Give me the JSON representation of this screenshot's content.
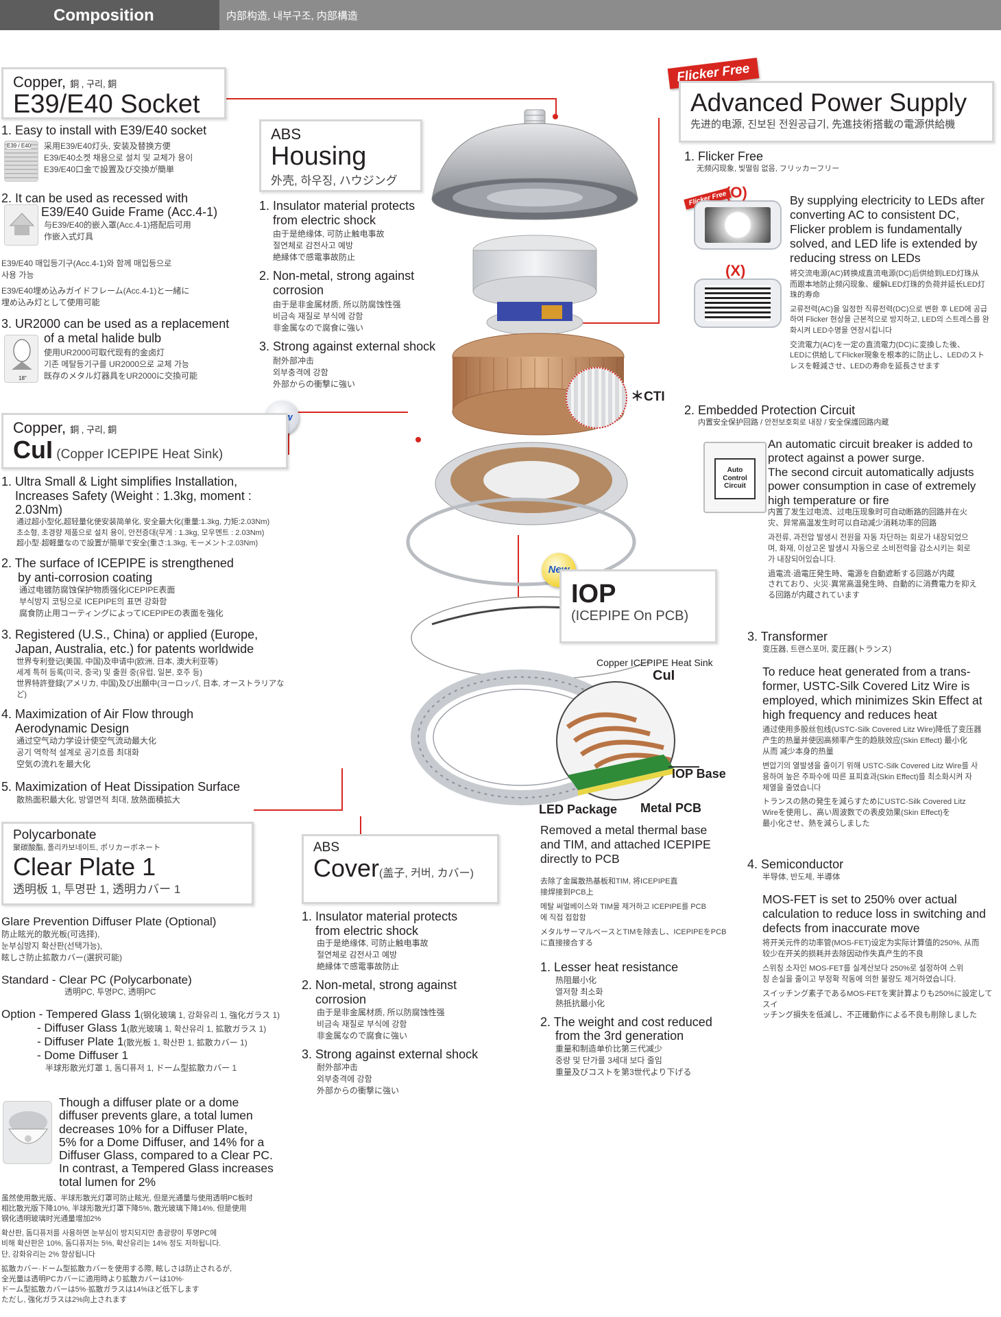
{
  "header": {
    "title": "Composition",
    "subtitle": "内部构造, 내부구조, 内部構造"
  },
  "socket": {
    "material": "Copper,",
    "material_langs": "銅 , 구리, 銅",
    "title": "E39/E40 Socket",
    "icon1_label": "E39 / E40",
    "item1_title": "1. Easy to install with E39/E40 socket",
    "item1_cn": "采用E39/E40灯头, 安装及替换方便",
    "item1_kr": "E39/E40소켓 채용으로 설치 및 교체가 용이",
    "item1_jp": "E39/E40口金で設置及び交換が簡単",
    "item2_title": "2. It can be used as recessed with",
    "item2_title2": "E39/E40  Guide Frame (Acc.4-1)",
    "item2_cn1": "与E39/E40的嵌入罩(Acc.4-1)搭配后可用",
    "item2_cn2": "作嵌入式灯具",
    "item2_kr1": "E39/E40 매입등기구(Acc.4-1)와 함께 매입등으로",
    "item2_kr2": "사용 가능",
    "item2_jp1": "E39/E40埋め込みガイドフレーム(Acc.4-1)と一緒に",
    "item2_jp2": "埋め込み灯として使用可能",
    "item3_title": "3. UR2000 can be used as a replacement",
    "item3_title2": "of a metal halide bulb",
    "item3_cn": "使用UR2000可取代现有的金卤灯",
    "item3_kr": "기존 메탈등기구를 UR2000으로 교체 가능",
    "item3_jp": "既存のメタル灯器具をUR2000に交換可能",
    "icon3_label": "18\""
  },
  "housing": {
    "material": "ABS",
    "title": "Housing",
    "langs": "外壳, 하우징, ハウジング",
    "item1_title": "1. Insulator material protects",
    "item1_title2": "from electric shock",
    "item1_cn": "由于是绝缘体, 可防止触电事故",
    "item1_kr": "절연체로 감전사고 예방",
    "item1_jp": "絶縁体で感電事故防止",
    "item2_title": "2. Non-metal, strong against",
    "item2_title2": "corrosion",
    "item2_cn": "由于是非金属材质, 所以防腐蚀性强",
    "item2_kr": "비금속 재질로 부식에 강함",
    "item2_jp": "非金属なので腐食に強い",
    "item3_title": "3. Strong against external shock",
    "item3_cn": "耐外部冲击",
    "item3_kr": "외부충격에 강함",
    "item3_jp": "外部からの衝撃に強い"
  },
  "power": {
    "ribbon": "Flicker Free",
    "title": "Advanced Power Supply",
    "langs": "先进的电源, 진보된 전원공급기, 先進技術搭載の電源供給機",
    "item1_title": "1. Flicker Free",
    "item1_langs": "无频闪现象, 빛떨림 없음, フリッカーフリー",
    "good_mark": "(O)",
    "bad_mark": "(X)",
    "phone_badge": "Flicker Free",
    "item1_en1": "By supplying electricity to LEDs after",
    "item1_en2": "converting AC to consistent DC,",
    "item1_en3": "Flicker problem is fundamentally",
    "item1_en4": "solved, and  LED life is extended by",
    "item1_en5": "reducing stress on LEDs",
    "item1_cn1": "将交流电源(AC)转换成直流电源(DC)后供给到LED灯珠从",
    "item1_cn2": "而跟本地防止频闪现象、缓解LED灯珠的负荷并延长LED灯",
    "item1_cn3": "珠的寿命",
    "item1_kr1": "교류전력(AC)을 일정한 직류전력(DC)으로 변환 후 LED에 공급",
    "item1_kr2": "하여 Flicker 현상을 근본적으로 방지하고, LED의 스트레스를 완",
    "item1_kr3": "화시켜 LED수명을 연장시킵니다",
    "item1_jp1": "交流電力(AC)を一定の直流電力(DC)に変換した後、",
    "item1_jp2": "LEDに供給してFlicker現象を根本的に防止し、LEDのスト",
    "item1_jp3": "レスを軽減させ、LEDの寿命を延長させます",
    "cti": "CTI",
    "item2_title": "2. Embedded Protection Circuit",
    "item2_langs": "内置安全保护回路 / 안전보호회로 내장 / 安全保護回路内蔵",
    "chip1": "Auto",
    "chip2": "Control",
    "chip3": "Circuit",
    "item2_en1": "An automatic circuit breaker is added to",
    "item2_en2": "protect against a power surge.",
    "item2_en3": "The second circuit automatically adjusts",
    "item2_en4": "power consumption in case of extremely",
    "item2_en5": "high temperature or fire",
    "item2_cn1": "内置了发生过电流、过电压现象时可自动断路的回路并在火",
    "item2_cn2": "灾、异常高温发生时可以自动减少消耗功率的回路",
    "item2_kr1": "과전류, 과전압 발생시 전원을 자동 차단하는 회로가 내장되었으",
    "item2_kr2": "며, 화재, 이상고온 발생시 자동으로 소비전력을 감소시키는 회로",
    "item2_kr3": "가 내장되어있습니다.",
    "item2_jp1": "過電流·過電圧発生時、電源を自動遮断する回路が内蔵",
    "item2_jp2": "されており、火災·異常高温発生時、自動的に消費電力を抑え",
    "item2_jp3": "る回路が内蔵されています",
    "item3_title": "3. Transformer",
    "item3_langs": "变压器, 트랜스포머, 変圧器(トランス)",
    "item3_en1": "To reduce heat generated from a trans-",
    "item3_en2": "former, USTC-Silk Covered Litz Wire is",
    "item3_en3": "employed, which minimizes Skin Effect at",
    "item3_en4": "high frequency and reduces heat",
    "item3_cn1": "通过使用多股丝包线(USTC-Silk Covered Litz Wire)降低了变压器",
    "item3_cn2": "产生的热量并使因高频率产生的趋肤效应(Skin Effect) 最小化",
    "item3_cn3": "从而 减少本身的热量",
    "item3_kr1": "변압기의 열발생을 줄이기 위해 USTC-Silk Covered Litz Wire를 사",
    "item3_kr2": "용하여 높은 주파수에 따른 표피효과(Skin Effect)를 최소화시켜 자",
    "item3_kr3": "체열을 줄였습니다",
    "item3_jp1": "トランスの熱の発生を減らすためにUSTC-Silk Covered Litz",
    "item3_jp2": "Wireを使用し、高い周波数での表皮効果(Skin Effect)を",
    "item3_jp3": "最小化させ、熱を減らしました",
    "item4_title": "4. Semiconductor",
    "item4_langs": "半导体, 반도체, 半導体",
    "item4_en1": "MOS-FET is set to 250% over actual",
    "item4_en2": "calculation to reduce loss in switching and",
    "item4_en3": "defects from inaccurate move",
    "item4_cn1": "将开关元件的功率管(MOS-FET)设定为实际计算值的250%, 从而",
    "item4_cn2": "较少在开关的损耗并去除因动作失真产生的不良",
    "item4_kr1": "스위칭 소자인 MOS-FET를 실계산보다 250%로 설정하여 스위",
    "item4_kr2": "칭 손실을 줄이고 부정확 작동에 의한 불량도 제거하였습니다.",
    "item4_jp1": "スイッチング素子であるMOS-FETを実計算よりも250%に設定してスイ",
    "item4_jp2": "ッチング損失を低減し、不正確動作による不良も削除しました"
  },
  "cui": {
    "material": "Copper,",
    "material_langs": "銅 , 구리, 銅",
    "title_strong": "CuI",
    "title_rest": " (Copper ICEPIPE Heat Sink)",
    "new": "New",
    "item1_title": "1. Ultra Small & Light simplifies Installation,",
    "item1_title2": "Increases Safety (Weight : 1.3kg, moment : 2.03Nm)",
    "item1_cn": "通过超小型化,超轻量化使安装简单化, 安全最大化(重量:1.3kg, 力矩:2.03Nm)",
    "item1_kr": "초소형, 초경량 제품으로 설치 용이, 안전증대(무게 : 1.3kg, 모우멘트 : 2.03Nm)",
    "item1_jp": "超小型·超軽量なので設置が簡単で安全(重さ:1.3kg, モーメント:2.03Nm)",
    "item2_title": "2. The surface of ICEPIPE is strengthened",
    "item2_title2": "by anti-corrosion coating",
    "item2_cn": "通过电镀防腐蚀保护物质强化ICEPIPE表面",
    "item2_kr": "부식방지 코팅으로 ICEPIPE의 표면 강화함",
    "item2_jp": "腐食防止用コーティングによってICEPIPEの表面を強化",
    "item3_title": "3. Registered (U.S., China) or applied (Europe,",
    "item3_title2": "Japan, Australia, etc.) for patents worldwide",
    "item3_cn": "世界专利登记(美国, 中国)及申请中(欧洲, 日本, 澳大利亚等)",
    "item3_kr": "세계 특허 등록(미국, 중국) 및 출원 중(유럽, 일본, 호주 등)",
    "item3_jp": "世界特許登録(アメリカ, 中国)及び出願中(ヨーロッパ, 日本, オーストラリアなど)",
    "item4_title": "4. Maximization of Air Flow through",
    "item4_title2": "Aerodynamic Design",
    "item4_cn": "通过空气动力学设计使空气流动最大化",
    "item4_kr": "공기 역학적 설계로 공기흐름 최대화",
    "item4_jp": "空気の流れを最大化",
    "item5_title": "5. Maximization of Heat Dissipation Surface",
    "item5_langs": "散热面积最大化, 방열면적 최대, 放熱面積拡大"
  },
  "iop": {
    "new": "New",
    "title": "IOP",
    "subtitle": "(ICEPIPE On PCB)",
    "diagram_label1": "Copper ICEPIPE Heat Sink",
    "diagram_label2": "CuI",
    "diagram_label3": "IOP Base",
    "diagram_label4": "LED Package",
    "diagram_label5": "Metal PCB",
    "en1": "Removed a metal thermal base",
    "en2": "and TIM, and attached ICEPIPE",
    "en3": "directly to PCB",
    "cn1": "去除了金属散热基板和TIM, 将ICEPIPE直",
    "cn2": "接焊接到PCB上",
    "kr1": "메탈 써멀베이스와 TIM을 제거하고 ICEPIPE를 PCB",
    "kr2": "에 직접 접합함",
    "jp1": "メタルサーマルベースとTIMを除去し、ICEPIPEをPCB",
    "jp2": "に直接接合する",
    "item1_title": "1. Lesser heat resistance",
    "item1_cn": "热阻最小化",
    "item1_kr": "열저항 최소화",
    "item1_jp": "熱抵抗最小化",
    "item2_title": "2. The weight and cost reduced",
    "item2_title2": "from the 3rd generation",
    "item2_cn": "重量和制造单价比第三代减少",
    "item2_kr": "중량 및 단가를 3세대 보다 줄임",
    "item2_jp": "重量及びコストを第3世代より下げる"
  },
  "clear": {
    "material": "Polycarbonate",
    "material_langs": "聚碳酸酯, 폴리카보네이트, ポリカーボネート",
    "title": "Clear Plate 1",
    "langs": "透明板 1, 투명판 1, 透明カバー 1",
    "glare_title": "Glare Prevention Diffuser Plate (Optional)",
    "glare_cn": "防止眩光的散光板(可选择),",
    "glare_kr": "눈부심방지 확산판(선택가능),",
    "glare_jp": "眩しさ防止拡散カバー(選択可能)",
    "standard": "Standard - Clear PC (Polycarbonate)",
    "standard_langs": "透明PC, 투명PC, 透明PC",
    "opt1": "Option - Tempered Glass 1",
    "opt1_langs": "(钢化玻璃 1, 강화유리 1, 強化ガラス 1)",
    "opt2": "- Diffuser Glass 1",
    "opt2_langs": "(散光玻璃 1, 확산유리 1, 拡散ガラス 1)",
    "opt3": "- Diffuser Plate 1",
    "opt3_langs": "(散光板 1, 확산판 1, 拡散カバー 1)",
    "opt4": "- Dome Diffuser 1",
    "opt4_langs": "半球形散光灯罩 1, 돔디퓨저 1, ドーム型拡散カバー 1",
    "note_en1": "Though a diffuser plate or a dome",
    "note_en2": "diffuser prevents glare, a total lumen",
    "note_en3": "decreases 10% for a Diffuser Plate,",
    "note_en4": "5% for a Dome Diffuser, and 14% for a",
    "note_en5": "Diffuser Glass, compared to a Clear PC.",
    "note_en6": "In contrast, a Tempered Glass increases",
    "note_en7": "total lumen for 2%",
    "note_cn1": "虽然使用散光版、半球形散光灯罩可防止眩光, 但是光通量与使用透明PC板时",
    "note_cn2": "相比散光版下降10%, 半球形散光灯罩下降5%, 散光玻璃下降14%, 但是使用",
    "note_cn3": "钢化透明玻璃时光通量增加2%",
    "note_kr1": "확산판, 돔디퓨저를 사용하면 눈부심이 방지되지만 총광량이 투명PC에",
    "note_kr2": "비해 확산판은 10%, 돔디퓨저는 5%, 확산유리는 14% 정도 저하됩니다.",
    "note_kr3": "단, 강화유리는 2% 향상됩니다",
    "note_jp1": "拡散カバー·ドーム型拡散カバーを使用する際, 眩しさは防止されるが,",
    "note_jp2": "全光量は透明PCカバーに適用時より拡散カバーは10%·",
    "note_jp3": "ドーム型拡散カバーは5%·拡散ガラスは14%ほど低下します",
    "note_jp4": "ただし, 強化ガラスは2%向上されます"
  },
  "cover": {
    "material": "ABS",
    "title": "Cover",
    "langs": "(盖子, 커버, カバー)",
    "item1_title": "1. Insulator material protects",
    "item1_title2": "from electric shock",
    "item1_cn": "由于是绝缘体, 可防止触电事故",
    "item1_kr": "절연체로 감전사고 예방",
    "item1_jp": "絶縁体で感電事故防止",
    "item2_title": "2. Non-metal, strong against",
    "item2_title2": "corrosion",
    "item2_cn": "由于是非金属材质, 所以防腐蚀性强",
    "item2_kr": "비금속 재질로 부식에 강함",
    "item2_jp": "非金属なので腐食に強い",
    "item3_title": "3. Strong against external shock",
    "item3_cn": "耐外部冲击",
    "item3_kr": "외부충격에 강함",
    "item3_jp": "外部からの衝撃に強い"
  },
  "colors": {
    "accent": "#d7261f",
    "header_dark": "#5d5d5d",
    "header_light": "#8c8c8c",
    "copper": "#c8946a"
  }
}
